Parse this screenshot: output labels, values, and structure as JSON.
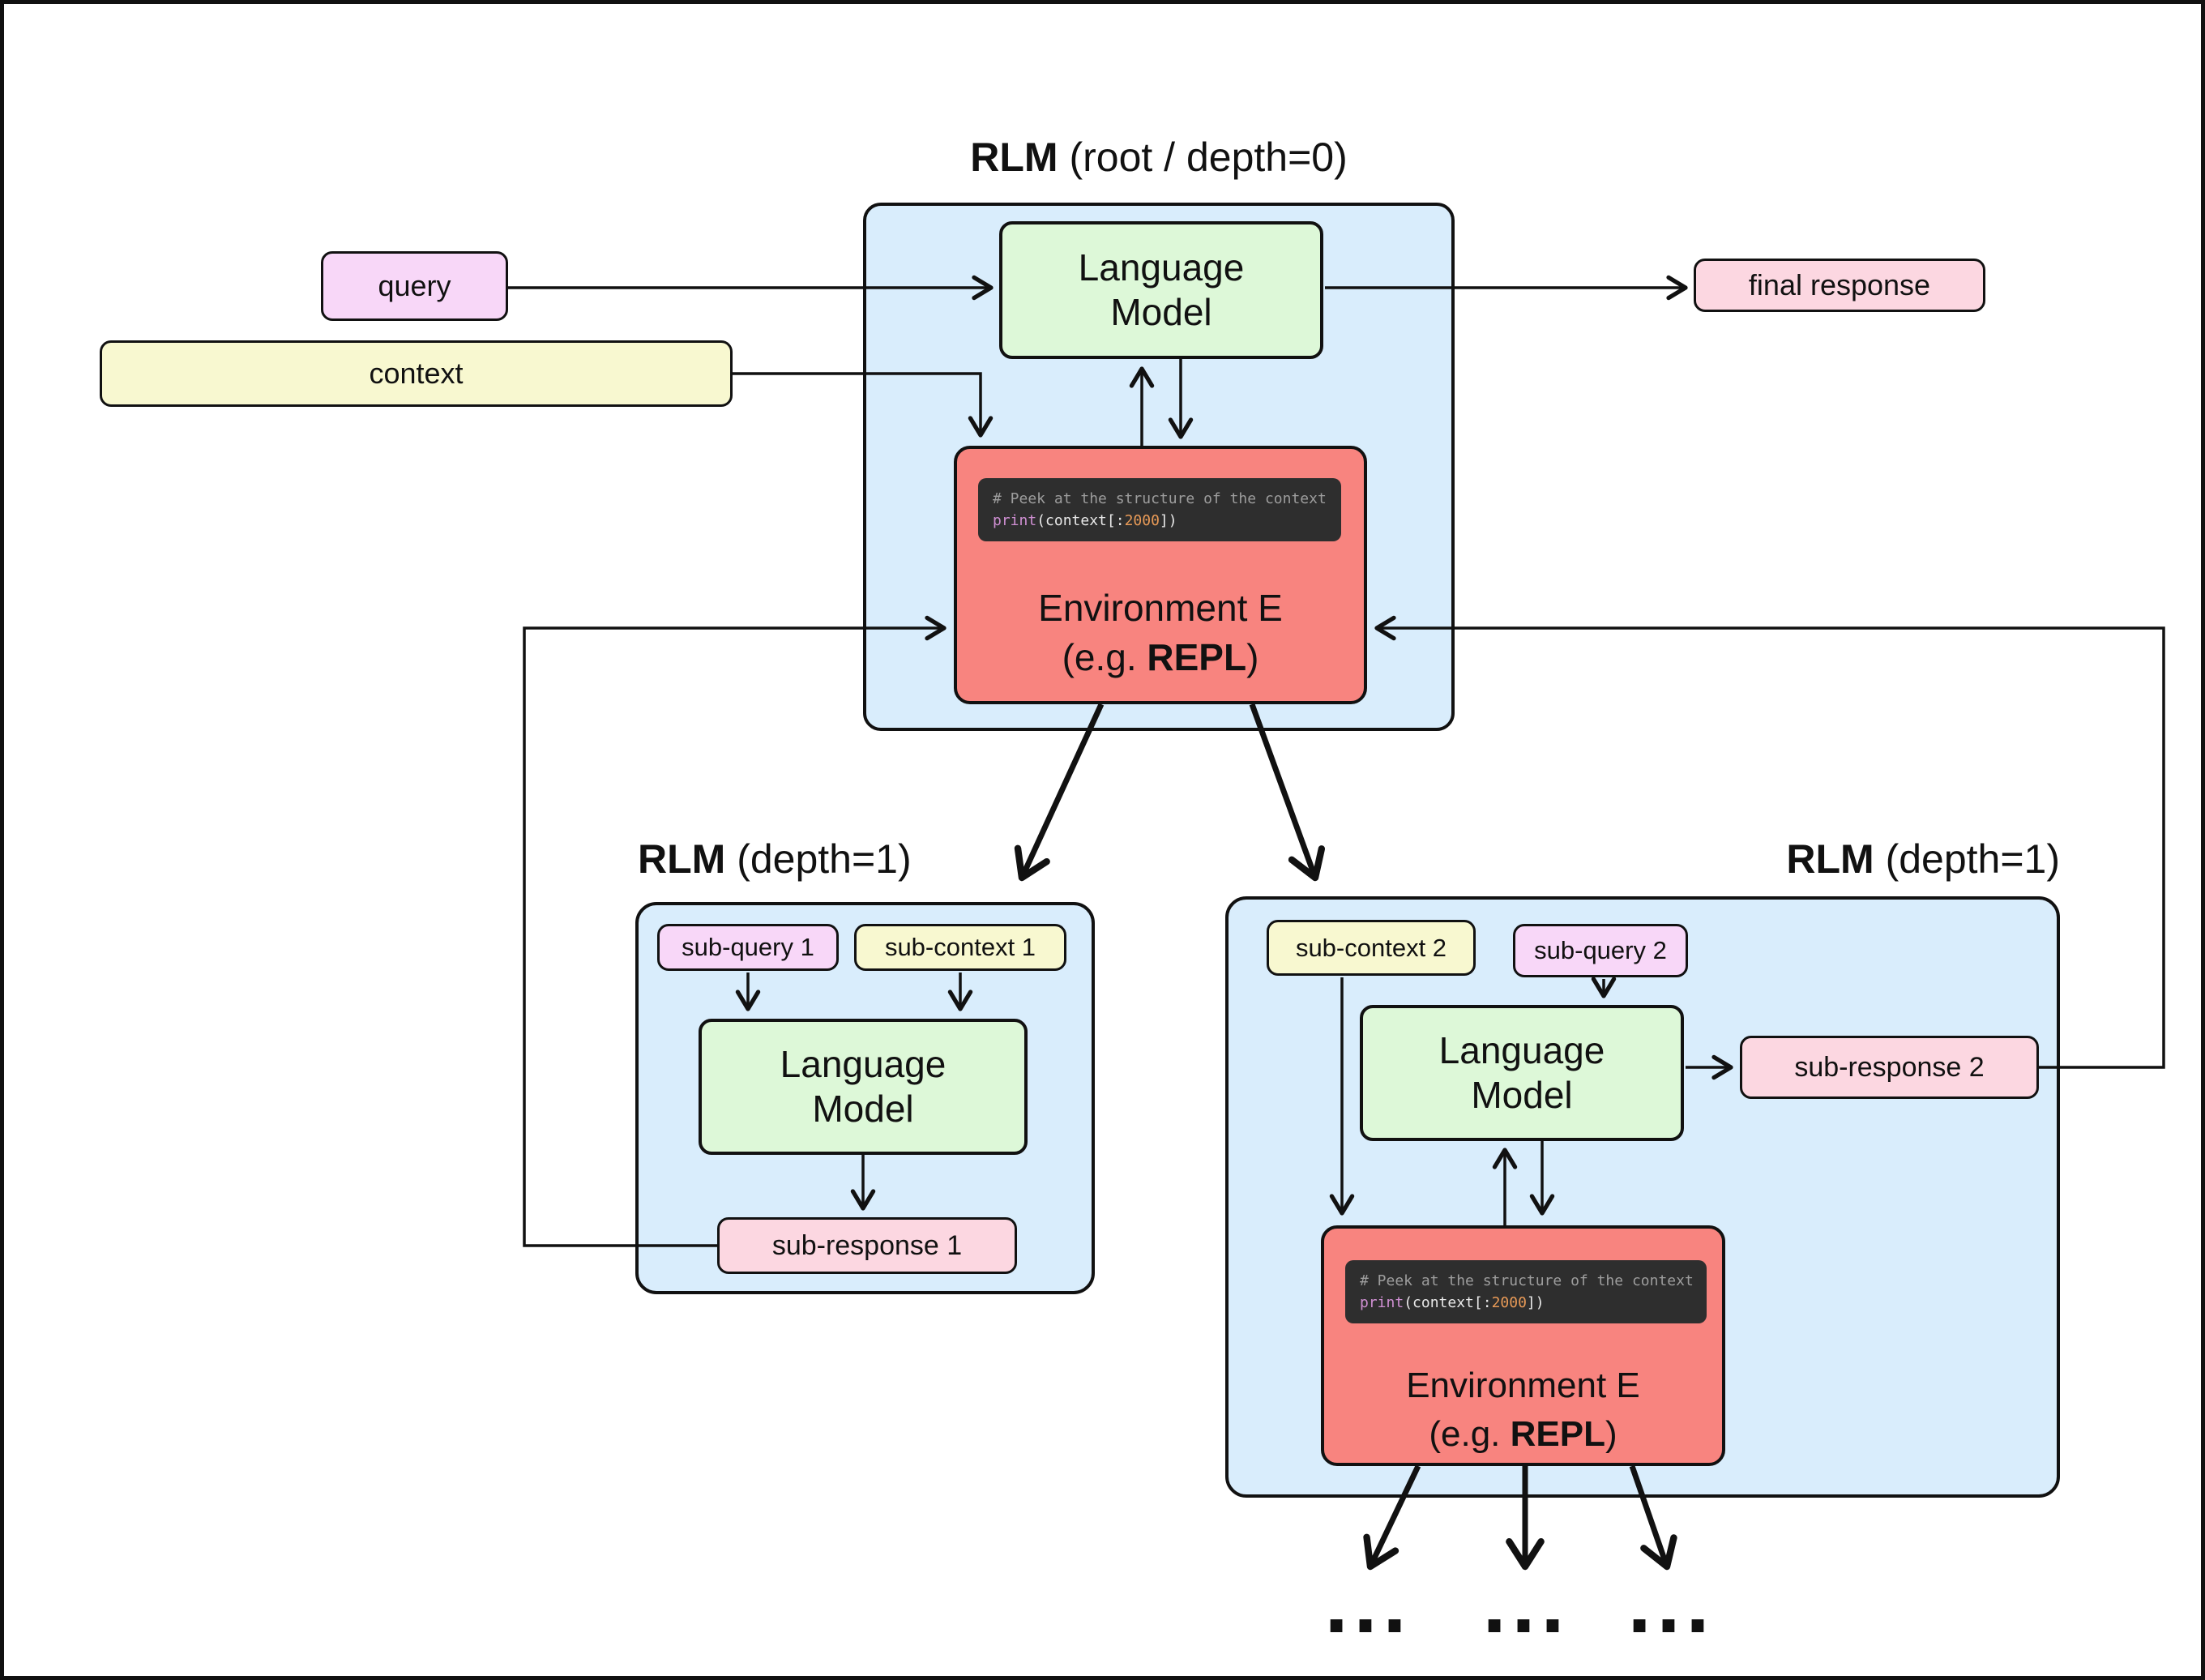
{
  "diagram": {
    "root": {
      "title": {
        "bold": "RLM",
        "rest": " (root / depth=0)"
      }
    },
    "left": {
      "title": {
        "bold": "RLM",
        "rest": " (depth=1)"
      },
      "sub_query": "sub-query 1",
      "sub_context": "sub-context 1",
      "sub_response": "sub-response 1"
    },
    "right": {
      "title": {
        "bold": "RLM",
        "rest": " (depth=1)"
      },
      "sub_context": "sub-context 2",
      "sub_query": "sub-query 2",
      "sub_response": "sub-response 2"
    },
    "io": {
      "query": "query",
      "context": "context",
      "final_response": "final response"
    },
    "shared": {
      "lm_line1": "Language",
      "lm_line2": "Model",
      "env_line1": "Environment E",
      "env_pre": "(e.g. ",
      "env_bold": "REPL",
      "env_post": ")",
      "code_comment": "# Peek at the structure of the context",
      "code_fn": "print",
      "code_open": "(context[:",
      "code_num": "2000",
      "code_close": "])"
    },
    "ellipsis": "...",
    "colors": {
      "container_blue": "#d9edfc",
      "lm_green": "#ddf8d8",
      "env_red": "#f8847f",
      "query_pink": "#f8d7f8",
      "context_yellow": "#f8f8d0",
      "response_rose": "#fcd7e1",
      "code_bg": "#2e2e2e",
      "code_comment": "#9d9d9d",
      "code_fn": "#cf8fd2",
      "code_num": "#e89a57",
      "line": "#111111"
    }
  }
}
